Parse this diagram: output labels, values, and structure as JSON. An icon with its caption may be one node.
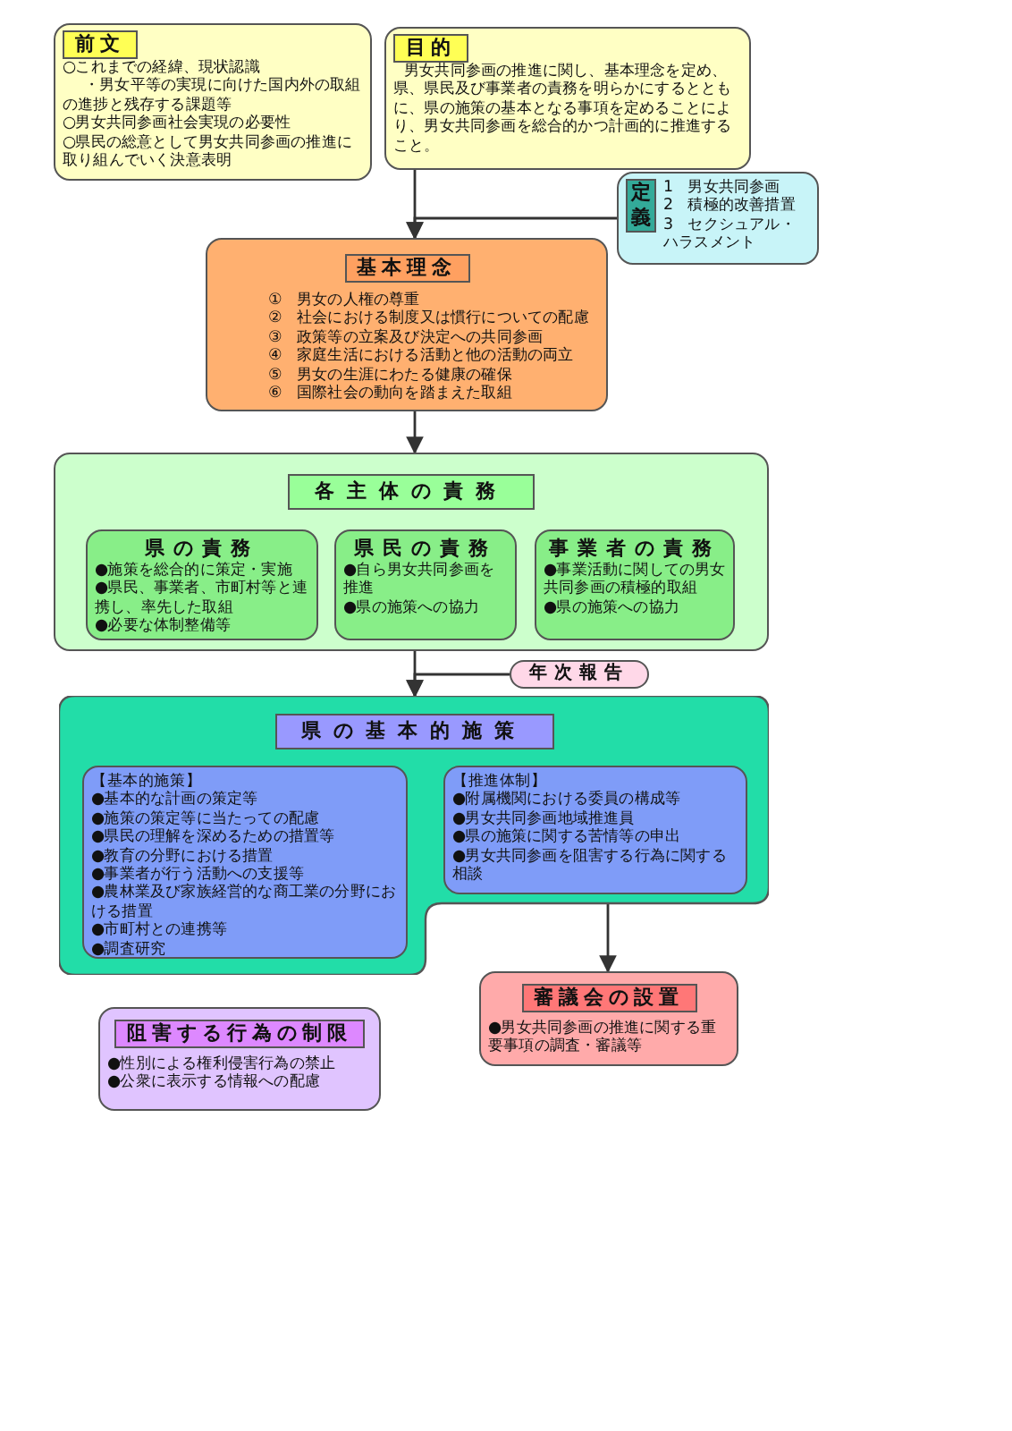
{
  "diagram": {
    "nodes": [
      {
        "text": [
          "前文",
          "○これまでの経緯、現状認識",
          "・男女平等の実現に向けた国内外の取組の進捗と残存する課題等",
          "○男女共同参画社会実現の必要性",
          "○県民の総意として男女共同参画の推進に取り組んでいく決意表明"
        ]
      },
      {
        "text": [
          "目的",
          "男女共同参画の推進に関し、基本理念を定め、県、県民及び事業者の責務を明らかにするとともに、県の施策の基本となる事項を定めることにより、男女共同参画を総合的かつ計画的に推進すること。"
        ]
      },
      {
        "text": [
          "定義",
          "1　男女共同参画",
          "2　積極的改善措置",
          "3　セクシュアル・ハラスメント"
        ]
      },
      {
        "text": [
          "基本理念",
          "①　男女の人権の尊重",
          "②　社会における制度又は慣行についての配慮",
          "③　政策等の立案及び決定への共同参画",
          "④　家庭生活における活動と他の活動の両立",
          "⑤　男女の生涯にわたる健康の確保",
          "⑥　国際社会の動向を踏まえた取組"
        ]
      },
      {
        "text": [
          "各主体の責務"
        ]
      },
      {
        "text": [
          "県の責務",
          "●施策を総合的に策定・実施",
          "●県民、事業者、市町村等と連携し、率先した取組",
          "●必要な体制整備等"
        ],
        "in": 4
      },
      {
        "text": [
          "県民の責務",
          "●自ら男女共同参画を推進",
          "●県の施策への協力"
        ],
        "in": 4
      },
      {
        "text": [
          "事業者の責務",
          "●事業活動に関しての男女共同参画の積極的取組",
          "●県の施策への協力"
        ],
        "in": 4
      },
      {
        "text": [
          "年次報告"
        ]
      },
      {
        "text": [
          "県の基本的施策"
        ]
      },
      {
        "text": [
          "【基本的施策】",
          "●基本的な計画の策定等",
          "●施策の策定等に当たっての配慮",
          "●県民の理解を深めるための措置等",
          "●教育の分野における措置",
          "●事業者が行う活動への支援等",
          "●農林業及び家族経営的な商工業の分野における措置",
          "●市町村との連携等",
          "●調査研究"
        ],
        "in": 9
      },
      {
        "text": [
          "【推進体制】",
          "●附属機関における委員の構成等",
          "●男女共同参画地域推進員",
          "●県の施策に関する苦情等の申出",
          "●男女共同参画を阻害する行為に関する相談"
        ],
        "in": 9
      },
      {
        "text": [
          "阻害する行為の制限",
          "●性別による権利侵害行為の禁止",
          "●公衆に表示する情報への配慮"
        ]
      },
      {
        "text": [
          "審議会の設置",
          "●男女共同参画の推進に関する重要事項の調査・審議等"
        ]
      }
    ],
    "edges": [
      {
        "from": 1,
        "to": 3,
        "arrow": "to"
      },
      {
        "from": 2,
        "to": 3,
        "arrow": "to"
      },
      {
        "from": 3,
        "to": 4,
        "arrow": "to"
      },
      {
        "from": 4,
        "to": 9,
        "arrow": "to"
      },
      {
        "from": 8,
        "to": 9,
        "arrow": "to"
      },
      {
        "from": 9,
        "to": 13,
        "arrow": "to"
      }
    ]
  }
}
